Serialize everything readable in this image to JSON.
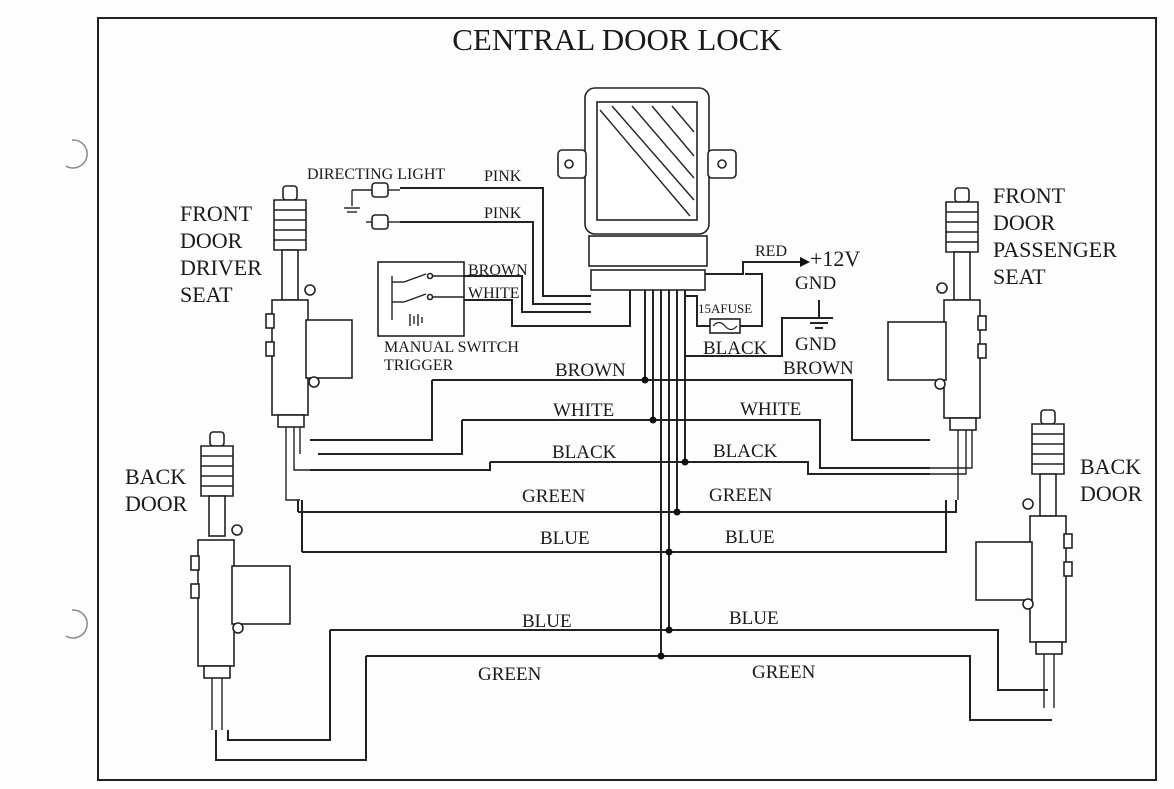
{
  "title": "CENTRAL DOOR LOCK",
  "labels": {
    "front_driver": [
      "FRONT",
      "DOOR",
      "DRIVER",
      "SEAT"
    ],
    "front_passenger": [
      "FRONT",
      "DOOR",
      "PASSENGER",
      "SEAT"
    ],
    "back_left": [
      "BACK",
      "DOOR"
    ],
    "back_right": [
      "BACK",
      "DOOR"
    ],
    "directing_light": "DIRECTING LIGHT",
    "manual_switch": [
      "MANUAL SWITCH",
      "TRIGGER"
    ],
    "fuse": "15AFUSE",
    "plus12v": "+12V",
    "gnd1": "GND",
    "gnd2": "GND"
  },
  "wires": {
    "pink1": "PINK",
    "pink2": "PINK",
    "brown_sw": "BROWN",
    "white_sw": "WHITE",
    "red": "RED",
    "black_fuse": "BLACK",
    "brown_l": "BROWN",
    "brown_r": "BROWN",
    "white_l": "WHITE",
    "white_r": "WHITE",
    "black_l": "BLACK",
    "black_r": "BLACK",
    "green_l": "GREEN",
    "green_r": "GREEN",
    "blue_l": "BLUE",
    "blue_r": "BLUE",
    "blue_bl": "BLUE",
    "blue_br": "BLUE",
    "green_bl": "GREEN",
    "green_br": "GREEN"
  }
}
